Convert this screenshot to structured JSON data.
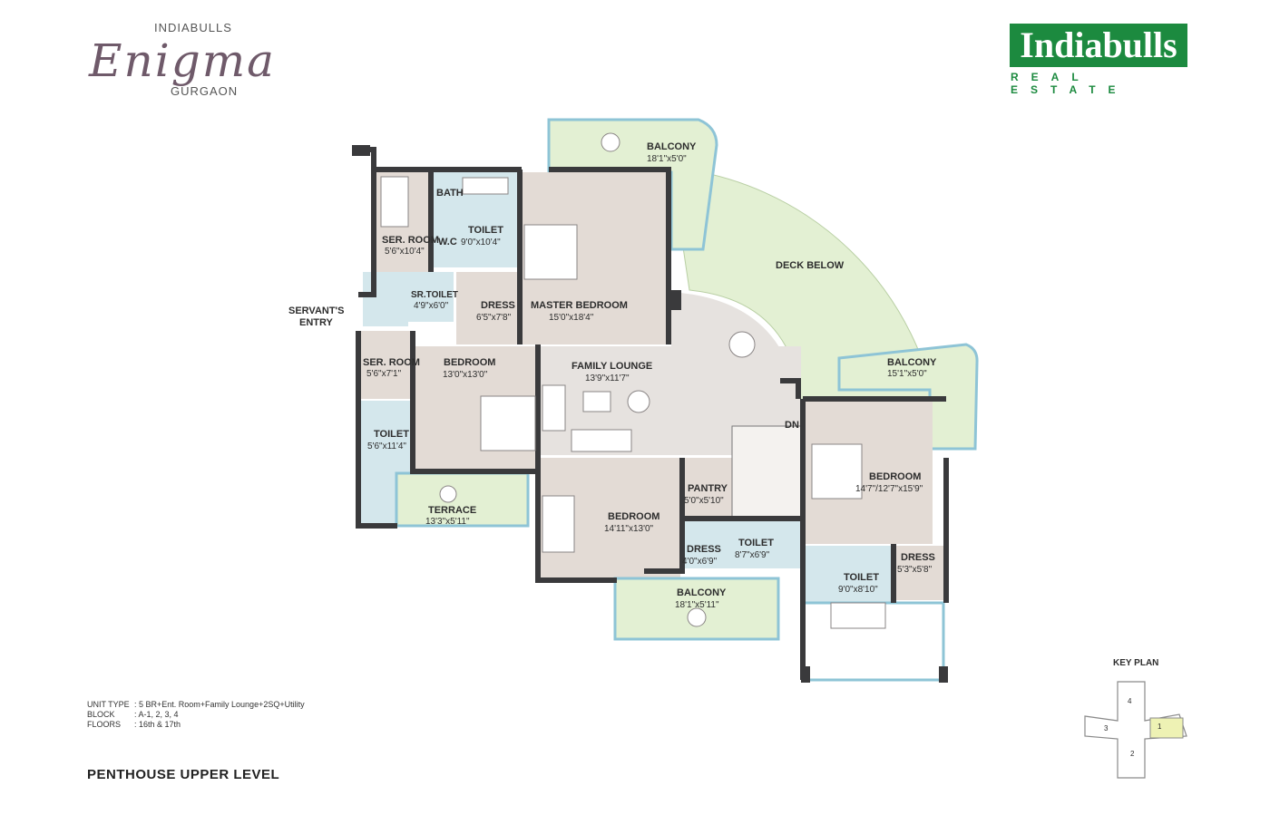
{
  "project": {
    "developer": "INDIABULLS",
    "name": "Enigma",
    "city": "GURGAON"
  },
  "logo": {
    "main": "Indiabulls",
    "sub": "REAL ESTATE",
    "color": "#1c8a3f"
  },
  "rooms": [
    {
      "id": "balcony-top",
      "name": "BALCONY",
      "dim": "18'1\"x5'0\""
    },
    {
      "id": "bath",
      "name": "BATH",
      "dim": ""
    },
    {
      "id": "wc",
      "name": "W.C",
      "dim": ""
    },
    {
      "id": "toilet-master",
      "name": "TOILET",
      "dim": "9'0\"x10'4\""
    },
    {
      "id": "ser-room-1",
      "name": "SER. ROOM",
      "dim": "5'6\"x10'4\""
    },
    {
      "id": "sr-toilet",
      "name": "SR.TOILET",
      "dim": "4'9\"x6'0\""
    },
    {
      "id": "dress-master",
      "name": "DRESS",
      "dim": "6'5\"x7'8\""
    },
    {
      "id": "master-bedroom",
      "name": "MASTER BEDROOM",
      "dim": "15'0\"x18'4\""
    },
    {
      "id": "deck-below",
      "name": "DECK BELOW",
      "dim": ""
    },
    {
      "id": "servants-entry",
      "name": "SERVANT'S",
      "dim": "ENTRY"
    },
    {
      "id": "ser-room-2",
      "name": "SER. ROOM",
      "dim": "5'6\"x7'1\""
    },
    {
      "id": "bedroom-2",
      "name": "BEDROOM",
      "dim": "13'0\"x13'0\""
    },
    {
      "id": "family-lounge",
      "name": "FAMILY LOUNGE",
      "dim": "13'9\"x11'7\""
    },
    {
      "id": "balcony-right",
      "name": "BALCONY",
      "dim": "15'1\"x5'0\""
    },
    {
      "id": "toilet-ser",
      "name": "TOILET",
      "dim": "5'6\"x11'4\""
    },
    {
      "id": "dn",
      "name": "DN",
      "dim": ""
    },
    {
      "id": "bedroom-right",
      "name": "BEDROOM",
      "dim": "14'7\"/12'7\"x15'9\""
    },
    {
      "id": "terrace",
      "name": "TERRACE",
      "dim": "13'3\"x5'11\""
    },
    {
      "id": "pantry",
      "name": "PANTRY",
      "dim": "5'0\"x5'10\""
    },
    {
      "id": "bedroom-bottom",
      "name": "BEDROOM",
      "dim": "14'11\"x13'0\""
    },
    {
      "id": "dress-bottom",
      "name": "DRESS",
      "dim": "4'0\"x6'9\""
    },
    {
      "id": "toilet-bottom",
      "name": "TOILET",
      "dim": "8'7\"x6'9\""
    },
    {
      "id": "dress-right",
      "name": "DRESS",
      "dim": "5'3\"x5'8\""
    },
    {
      "id": "toilet-right",
      "name": "TOILET",
      "dim": "9'0\"x8'10\""
    },
    {
      "id": "balcony-bottom",
      "name": "BALCONY",
      "dim": "18'1\"x5'11\""
    }
  ],
  "unit_info": {
    "unit_type_label": "UNIT TYPE",
    "unit_type_value": ": 5 BR+Ent. Room+Family Lounge+2SQ+Utility",
    "block_label": "BLOCK",
    "block_value": ": A-1, 2, 3, 4",
    "floors_label": "FLOORS",
    "floors_value": ": 16th & 17th"
  },
  "plan_title": "PENTHOUSE UPPER LEVEL",
  "key_plan": {
    "title": "KEY PLAN",
    "numbers": [
      "1",
      "2",
      "3",
      "4"
    ]
  },
  "colors": {
    "wall": "#3a3a3c",
    "room": "#e3dbd5",
    "wet": "#d4e7ec",
    "outdoor": "#e3f0d3",
    "lounge": "#e6e2df",
    "glass": "#8ec4d6"
  }
}
